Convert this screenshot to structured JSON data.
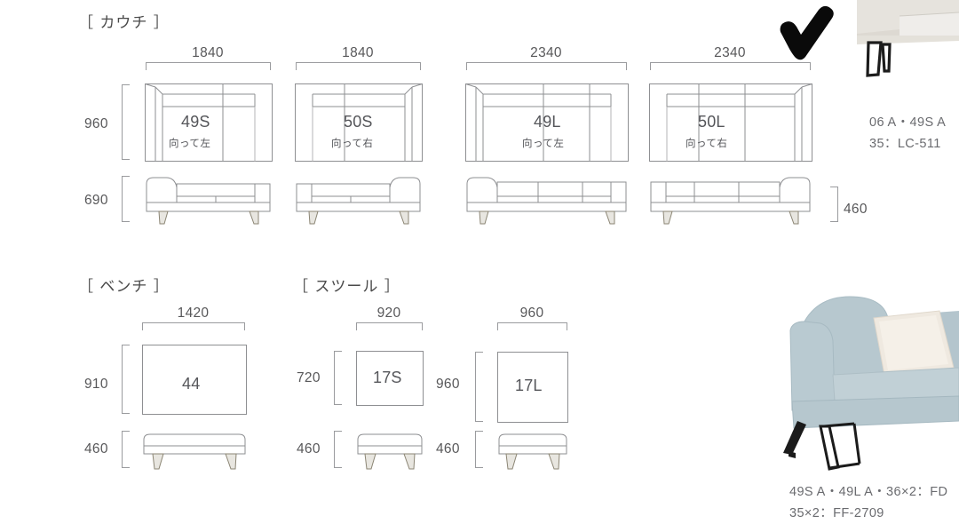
{
  "page": {
    "background": "#ffffff",
    "line_color": "#8e8f92",
    "text_color": "#58585a"
  },
  "sections": [
    {
      "id": "couch",
      "title": "［ カウチ ］"
    },
    {
      "id": "bench",
      "title": "［ ベンチ ］"
    },
    {
      "id": "stool",
      "title": "［ スツール ］"
    }
  ],
  "couch": {
    "title": "［ カウチ ］",
    "height_label": "960",
    "side_height_label": "690",
    "seat_height_label": "460",
    "items": [
      {
        "code": "49S",
        "orientation": "向って左",
        "width": "1840",
        "arm": "left",
        "seats": 1
      },
      {
        "code": "50S",
        "orientation": "向って右",
        "width": "1840",
        "arm": "right",
        "seats": 1
      },
      {
        "code": "49L",
        "orientation": "向って左",
        "width": "2340",
        "arm": "left",
        "seats": 2
      },
      {
        "code": "50L",
        "orientation": "向って右",
        "width": "2340",
        "arm": "right",
        "seats": 2
      }
    ]
  },
  "bench": {
    "title": "［ ベンチ ］",
    "items": [
      {
        "code": "44",
        "width": "1420",
        "depth": "910",
        "height": "460"
      }
    ]
  },
  "stool": {
    "title": "［ スツール ］",
    "items": [
      {
        "code": "17S",
        "width": "920",
        "depth": "720",
        "height": "460"
      },
      {
        "code": "17L",
        "width": "960",
        "depth": "960",
        "height": "460"
      }
    ]
  },
  "annotations": {
    "checkmark": "checkmark-icon"
  },
  "specs_top_right": [
    "06 A・49S A",
    "35：LC-511"
  ],
  "specs_bottom_right": [
    "49S A・49L A・36×2：FD",
    "35×2：FF-2709"
  ]
}
